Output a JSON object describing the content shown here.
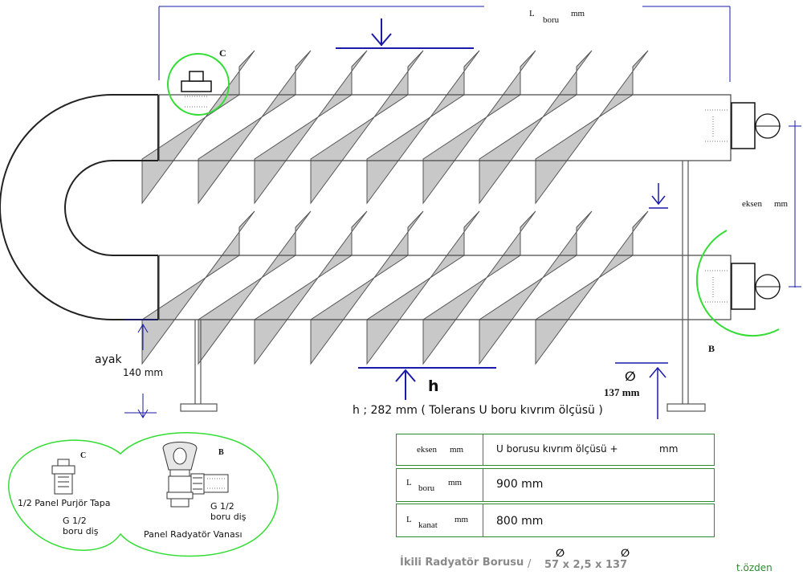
{
  "colors": {
    "outline": "#222222",
    "fin": "#c8c8c8",
    "dimension": "#1a1aa8",
    "highlight": "#2ecc2e",
    "table_border": "#2e8b2e",
    "footer_text": "#8a8a8a",
    "signature": "#2e8b2e"
  },
  "top_dimension": {
    "symbol": "L",
    "subscript": "boru",
    "unit": "mm"
  },
  "callouts": {
    "c": "C",
    "b": "B"
  },
  "side_dimension": {
    "label": "eksen",
    "unit": "mm"
  },
  "ayak": {
    "label": "ayak",
    "value": "140 mm"
  },
  "h_marker": {
    "symbol": "h"
  },
  "h_note": "h ; 282 mm ( Tolerans U boru kıvrım ölçüsü )",
  "diameter_marker": {
    "symbol": "∅",
    "value": "137 mm"
  },
  "legend": {
    "c_letter": "C",
    "b_letter": "B",
    "tapa_label": "1/2 Panel Purjör Tapa",
    "tapa_thread_1": "G 1/2",
    "tapa_thread_2": "boru diş",
    "valve_thread_1": "G 1/2",
    "valve_thread_2": "boru diş",
    "valve_label": "Panel Radyatör Vanası"
  },
  "table": {
    "rows": [
      {
        "label": "eksen",
        "sub": "",
        "unit": "mm",
        "value": "U borusu kıvrım ölçüsü +",
        "value_unit": "mm"
      },
      {
        "label": "L",
        "sub": "boru",
        "unit": "mm",
        "value": "900 mm",
        "value_unit": ""
      },
      {
        "label": "L",
        "sub": "kanat",
        "unit": "mm",
        "value": "800 mm",
        "value_unit": ""
      }
    ]
  },
  "footer": {
    "title": "İkili Radyatör Borusu",
    "separator": "/",
    "dia1": "∅",
    "spec": "57 x 2,5 x 137",
    "dia2": "∅",
    "signature": "t.özden"
  }
}
